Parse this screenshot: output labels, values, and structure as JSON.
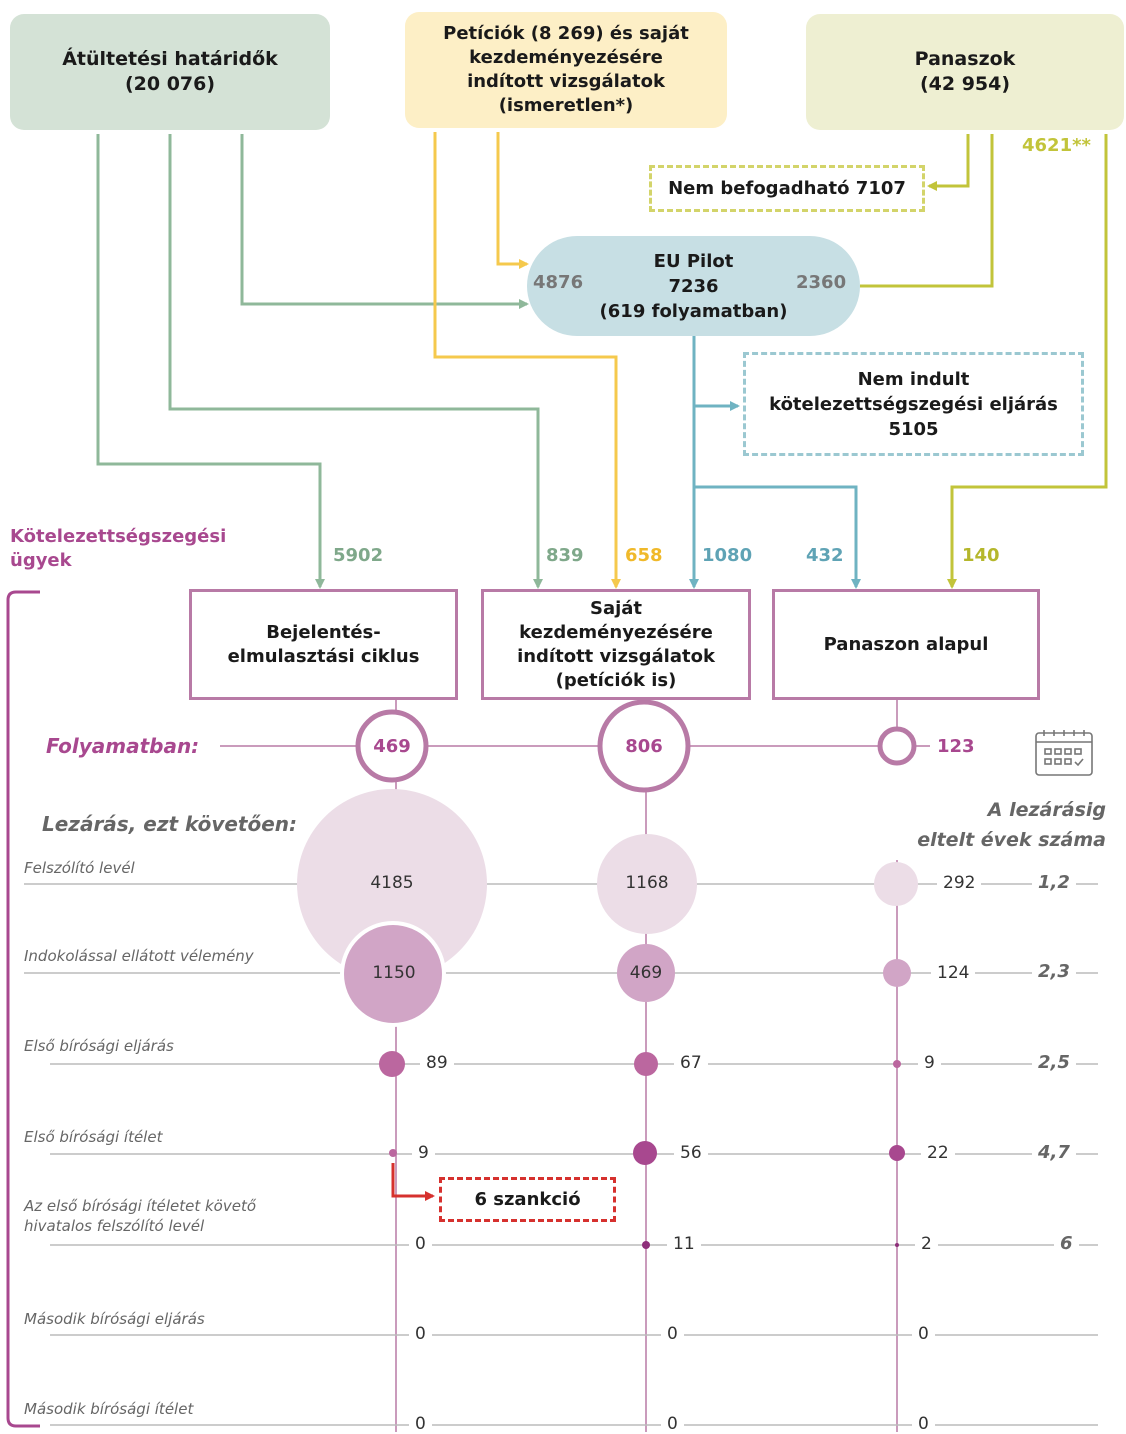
{
  "sources": {
    "transposition": {
      "line1": "Átültetési határidők",
      "line2": "(20 076)",
      "color": "#d4e2d6"
    },
    "petitions": {
      "line1": "Petíciók (8 269) és saját",
      "line2": "kezdeményezésére",
      "line3": "indított vizsgálatok",
      "line4": "(ismeretlen*)",
      "color": "#fdefc6"
    },
    "complaints": {
      "line1": "Panaszok",
      "line2": "(42 954)",
      "color": "#eeefd2",
      "outflow_label": "4621**"
    }
  },
  "not_admissible": "Nem befogadható 7107",
  "eu_pilot": {
    "line1": "EU Pilot",
    "line2": "7236",
    "line3": "(619 folyamatban)",
    "in_left": "4876",
    "in_right": "2360",
    "color": "#c7dfe4"
  },
  "no_infringement": {
    "line1": "Nem indult",
    "line2": "kötelezettségszegési eljárás",
    "line3": "5105"
  },
  "flows": {
    "trans_to_late": "5902",
    "trans_to_own": "839",
    "pet_to_own": "658",
    "pilot_to_own": "1080",
    "pilot_to_complaint": "432",
    "complaint_direct": "140"
  },
  "infringement_label": {
    "line1": "Kötelezettségszegési",
    "line2": "ügyek"
  },
  "categories": {
    "late": {
      "line1": "Bejelentés-",
      "line2": "elmulasztási ciklus"
    },
    "own": {
      "line1": "Saját",
      "line2": "kezdeményezésére",
      "line3": "indított vizsgálatok",
      "line4": "(petíciók is)"
    },
    "complaint": {
      "line1": "Panaszon alapul"
    }
  },
  "in_progress": {
    "label": "Folyamatban:",
    "late": "469",
    "own": "806",
    "complaint": "123"
  },
  "closure_title": "Lezárás, ezt követően:",
  "years_title": {
    "line1": "A lezárásig",
    "line2": "eltelt évek száma"
  },
  "icons": {
    "calendar": "calendar-icon"
  },
  "colors": {
    "green": "#8fb89a",
    "yellow": "#f5c94d",
    "olive": "#c2c43a",
    "blue": "#6fb3c2",
    "purple": "#a8488f",
    "purple_line": "#b87aa6",
    "bubble_light": "#ecdde7",
    "bubble_mid": "#d1a5c6",
    "bubble_dark": "#bb679f",
    "red": "#d6312e"
  },
  "stages": [
    {
      "label": "Felszólító levél",
      "late": "4185",
      "own": "1168",
      "complaint": "292",
      "years": "1,2"
    },
    {
      "label": "Indokolással ellátott vélemény",
      "late": "1150",
      "own": "469",
      "complaint": "124",
      "years": "2,3"
    },
    {
      "label": "Első bírósági eljárás",
      "late": "89",
      "own": "67",
      "complaint": "9",
      "years": "2,5"
    },
    {
      "label": "Első bírósági ítélet",
      "late": "9",
      "own": "56",
      "complaint": "22",
      "years": "4,7"
    },
    {
      "label1": "Az első bírósági ítéletet követő",
      "label2": "hivatalos felszólító levél",
      "late": "0",
      "own": "11",
      "complaint": "2",
      "years": "6"
    },
    {
      "label": "Második bírósági eljárás",
      "late": "0",
      "own": "0",
      "complaint": "0",
      "years": ""
    },
    {
      "label": "Második bírósági ítélet",
      "late": "0",
      "own": "0",
      "complaint": "0",
      "years": ""
    }
  ],
  "sanctions": "6 szankció"
}
